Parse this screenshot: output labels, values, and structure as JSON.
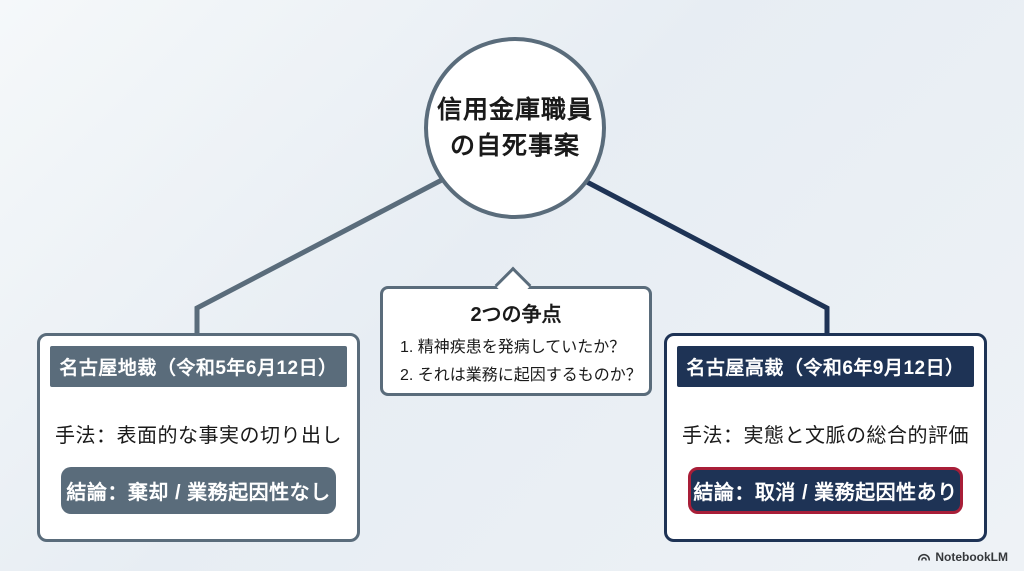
{
  "root_node": {
    "line1": "信用金庫職員",
    "line2": "の自死事案"
  },
  "issues_bubble": {
    "title": "2つの争点",
    "items": [
      "1. 精神疾患を発病していたか？",
      "2. それは業務に起因するものか？"
    ]
  },
  "left_card": {
    "header": "名古屋地裁（令和5年6月12日）",
    "method": "手法：表面的な事実の切り出し",
    "conclusion": "結論：棄却 / 業務起因性なし"
  },
  "right_card": {
    "header": "名古屋高裁（令和6年9月12日）",
    "method": "手法：実態と文脈の総合的評価",
    "conclusion": "結論：取消 / 業務起因性あり"
  },
  "footer": {
    "brand": "NotebookLM"
  },
  "colors": {
    "slate": "#5a6c7b",
    "navy": "#1e3355",
    "accent_red": "#a81e38",
    "background_light": "#f5f8fa",
    "background_mid": "#e7edf3"
  }
}
